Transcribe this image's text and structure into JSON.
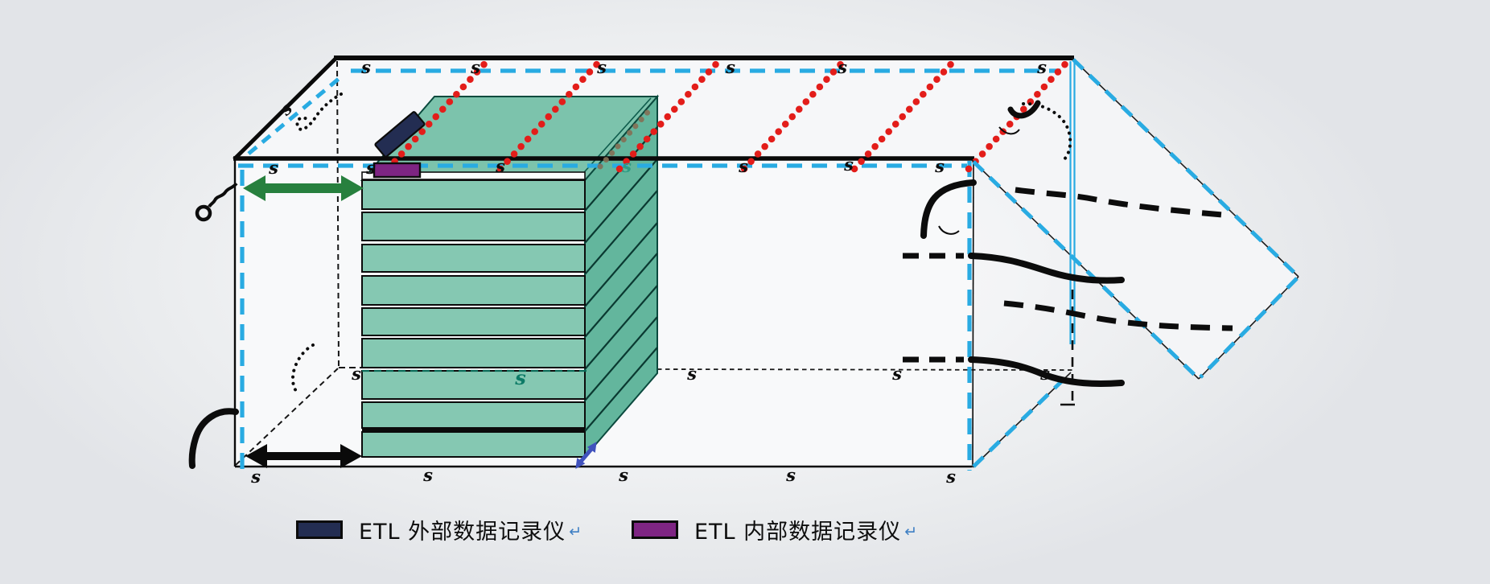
{
  "diagram": {
    "description": "3D schematic of a refrigerated container with pallet stack, sensor points and data loggers",
    "sensor_glyph": "s",
    "colors": {
      "insulation_dash_blue": "#29abe2",
      "roof_line_red": "#e31d1a",
      "pallet_front_green": "#85c8b2",
      "pallet_side_green": "#63b69d",
      "pallet_top_green": "#7cc3ac",
      "external_logger_navy": "#232d52",
      "internal_logger_purple": "#7e2583",
      "arrow_green": "#27803e",
      "mini_arrow_blue": "#4152bd",
      "sensor_teal": "#0c7a66"
    }
  },
  "legend": {
    "items": [
      {
        "swatch_color": "#232d52",
        "label": "ETL 外部数据记录仪",
        "mark": "↵"
      },
      {
        "swatch_color": "#7e2583",
        "label": "ETL 内部数据记录仪",
        "mark": "↵"
      }
    ]
  }
}
